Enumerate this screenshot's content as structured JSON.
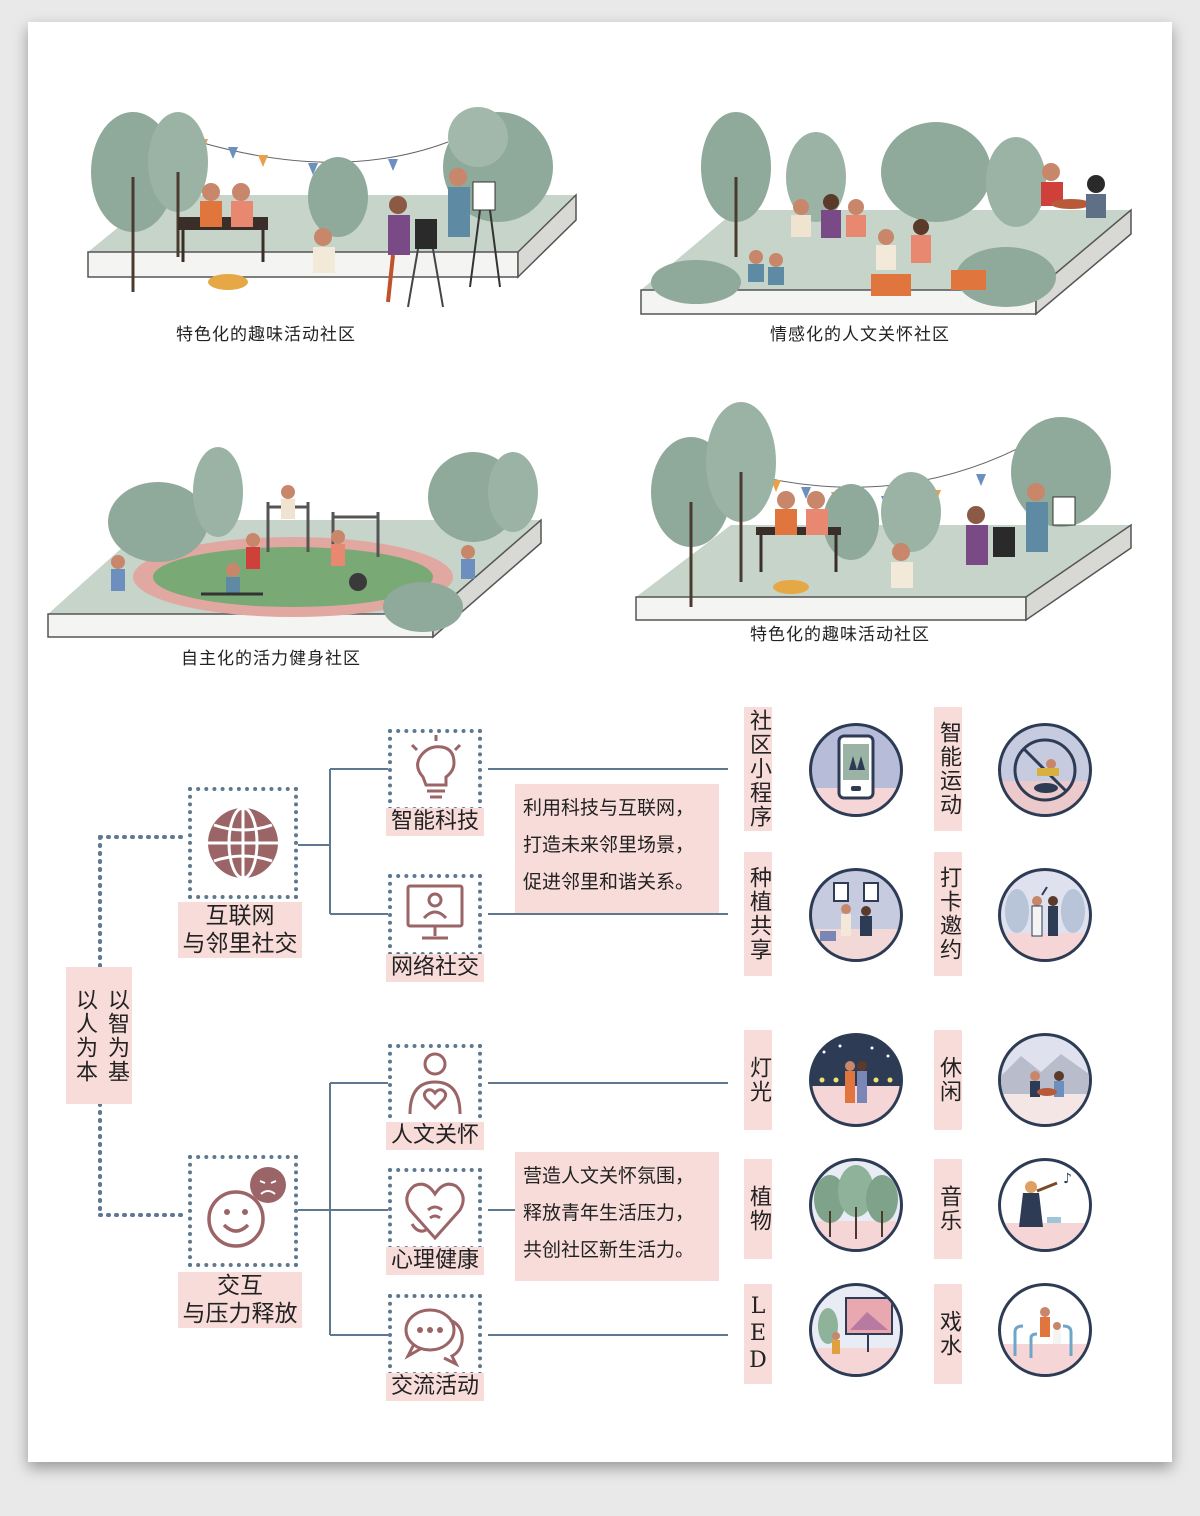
{
  "scenes": [
    {
      "label": "特色化的趣味活动社区"
    },
    {
      "label": "情感化的人文关怀社区"
    },
    {
      "label": "自主化的活力健身社区"
    },
    {
      "label": "特色化的趣味活动社区"
    }
  ],
  "root": {
    "col1": "以智为基",
    "col2": "以人为本"
  },
  "groups": [
    {
      "label_line1": "互联网",
      "label_line2": "与邻里社交",
      "icon": "globe-icon",
      "items": [
        {
          "label": "智能科技",
          "icon": "lightbulb-icon"
        },
        {
          "label": "网络社交",
          "icon": "monitor-user-icon"
        }
      ],
      "desc": [
        "利用科技与互联网，",
        "打造未来邻里场景，",
        "促进邻里和谐关系。"
      ]
    },
    {
      "label_line1": "交互",
      "label_line2": "与压力释放",
      "icon": "smile-face-icon",
      "items": [
        {
          "label": "人文关怀",
          "icon": "person-heart-icon"
        },
        {
          "label": "心理健康",
          "icon": "heart-wave-icon"
        },
        {
          "label": "交流活动",
          "icon": "chat-bubbles-icon"
        }
      ],
      "desc": [
        "营造人文关怀氛围，",
        "释放青年生活压力，",
        "共创社区新生活力。"
      ]
    }
  ],
  "features": [
    {
      "label": "社区小程序",
      "icon": "phone-app-icon"
    },
    {
      "label": "智能运动",
      "icon": "smart-sport-icon"
    },
    {
      "label": "种植共享",
      "icon": "planting-share-icon"
    },
    {
      "label": "打卡邀约",
      "icon": "checkin-invite-icon"
    },
    {
      "label": "灯光",
      "icon": "lighting-icon"
    },
    {
      "label": "休闲",
      "icon": "leisure-icon"
    },
    {
      "label": "植物",
      "icon": "plants-icon"
    },
    {
      "label": "音乐",
      "icon": "music-icon"
    },
    {
      "label": "LED",
      "icon": "led-screen-icon"
    },
    {
      "label": "戏水",
      "icon": "water-play-icon"
    }
  ],
  "colors": {
    "pink": "#f8dcd9",
    "mauve": "#9b6466",
    "line": "#5e7890",
    "tree": "#8fa99a",
    "ground": "#c4d2c8",
    "circle_border": "#2d3b55"
  }
}
